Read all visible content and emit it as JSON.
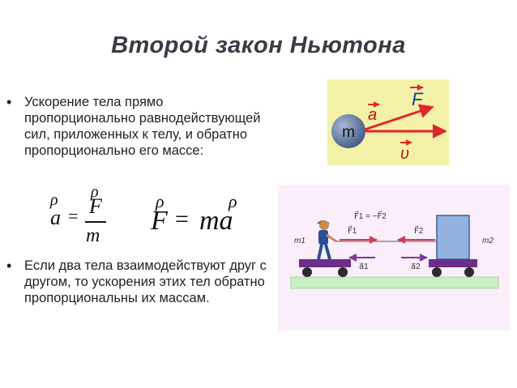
{
  "title": "Второй закон Ньютона",
  "bullets": [
    "Ускорение тела прямо пропорционально равнодействующей сил, приложенных к телу, и обратно пропорционально его массе:",
    "Если два тела взаимодействуют друг с другом, то ускорения этих тел обратно пропорциональны их массам."
  ],
  "formula1": {
    "lhs": "a",
    "eq": "=",
    "numerator": "F",
    "denominator": "m",
    "vec_mark": "ρ"
  },
  "formula2": {
    "lhs": "F",
    "eq": "=",
    "rhs": "ma",
    "vec_mark": "ρ"
  },
  "diagram1": {
    "mass_label": "m",
    "force_label": "F",
    "accel_label": "a",
    "velocity_label": "υ",
    "colors": {
      "background": "#f3f1a8",
      "arrow": "#e0262e",
      "ball": "#556a96"
    }
  },
  "diagram2": {
    "equation_label": "F⃗1 = −F⃗2",
    "m1_label": "m1",
    "m2_label": "m2",
    "f1_label": "F⃗1",
    "f2_label": "F⃗2",
    "a1_label": "a⃗1",
    "a2_label": "a⃗2",
    "colors": {
      "background": "#fbeefb",
      "cart": "#6d2d8a",
      "box": "#92b3e0",
      "ground": "#c9efc4",
      "arrow": "#d63b54"
    }
  }
}
